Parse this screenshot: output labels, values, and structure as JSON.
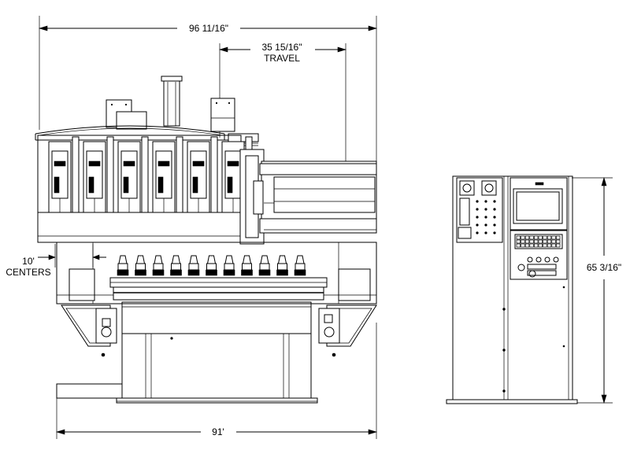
{
  "dimensions": {
    "overall_width": "96 11/16\"",
    "travel_value": "35 15/16\"",
    "travel_label": "TRAVEL",
    "centers_value": "10'",
    "centers_label": "CENTERS",
    "base_width": "91'",
    "cabinet_height": "65 3/16\""
  },
  "colors": {
    "line": "#000000",
    "background": "#ffffff",
    "fill_gray": "#d9d9d9"
  }
}
